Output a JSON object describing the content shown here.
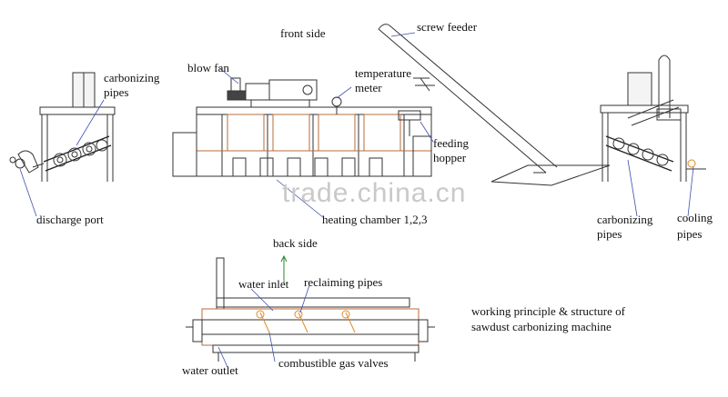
{
  "colors": {
    "line": "#333333",
    "pipe": "#b86b3a",
    "leader": "#3d4fb0",
    "valve": "#e08a2a",
    "watermark": "#c9c9c9"
  },
  "labels": {
    "front_side": "front side",
    "screw_feeder": "screw feeder",
    "blow_fan": "blow fan",
    "temperature_meter_1": "temperature",
    "temperature_meter_2": "meter",
    "carbonizing_pipes_left_1": "carbonizing",
    "carbonizing_pipes_left_2": "pipes",
    "feeding_hopper_1": "feeding",
    "feeding_hopper_2": "hopper",
    "discharge_port": "discharge port",
    "heating_chamber": "heating chamber 1,2,3",
    "carbonizing_pipes_right_1": "carbonizing",
    "carbonizing_pipes_right_2": "pipes",
    "cooling_pipes_1": "cooling",
    "cooling_pipes_2": "pipes",
    "back_side": "back side",
    "water_inlet": "water inlet",
    "reclaiming_pipes": "reclaiming pipes",
    "water_outlet": "water outlet",
    "combustible_gas_valves": "combustible gas valves",
    "caption_1": "working principle & structure of",
    "caption_2": "sawdust carbonizing machine"
  },
  "watermark": "trade.china.cn"
}
